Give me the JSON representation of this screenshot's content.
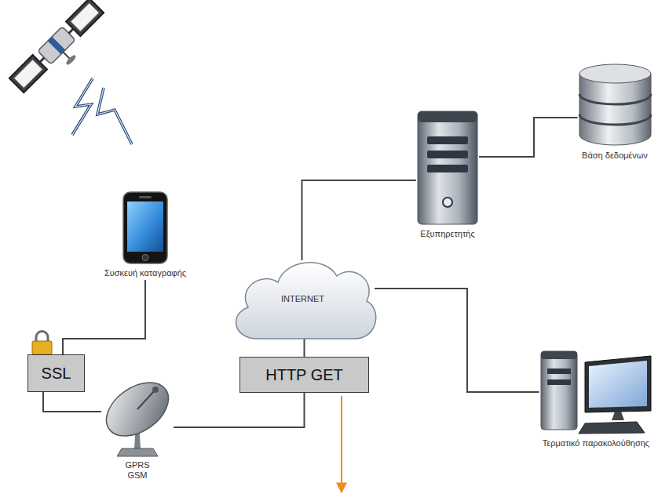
{
  "diagram": {
    "nodes": [
      {
        "text": [
          "Συσκευή καταγραφής"
        ]
      },
      {
        "text": [
          "SSL"
        ]
      },
      {
        "text": [
          "GPRS GSM"
        ]
      },
      {
        "text": [
          "INTERNET"
        ]
      },
      {
        "text": [
          "HTTP GET"
        ]
      },
      {
        "text": [
          "Εξυπηρετητής"
        ]
      },
      {
        "text": [
          "Βάση δεδομένων"
        ]
      },
      {
        "text": [
          "Τερματικό παρακολούθησης"
        ]
      }
    ],
    "edges": [
      {
        "from": 0,
        "to": 1,
        "arrow": "none"
      },
      {
        "from": 1,
        "to": 2,
        "arrow": "none"
      },
      {
        "from": 2,
        "to": 4,
        "arrow": "none"
      },
      {
        "from": 4,
        "to": 3,
        "arrow": "none"
      },
      {
        "from": 3,
        "to": 5,
        "arrow": "none"
      },
      {
        "from": 5,
        "to": 6,
        "arrow": "none"
      },
      {
        "from": 3,
        "to": 7,
        "arrow": "none"
      }
    ]
  }
}
